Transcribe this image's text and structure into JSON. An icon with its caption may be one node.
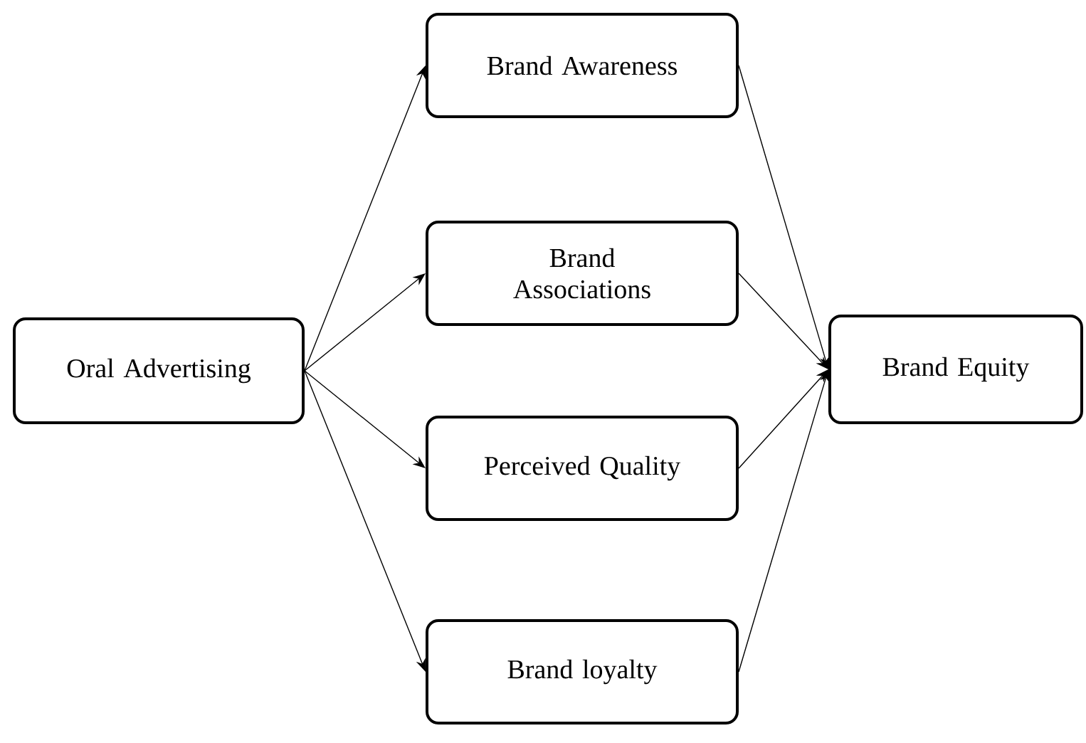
{
  "diagram": {
    "nodes": [
      {
        "text": [
          "Oral Advertising"
        ]
      },
      {
        "text": [
          "Brand Awareness"
        ]
      },
      {
        "text": [
          "Brand Associations"
        ]
      },
      {
        "text": [
          "Perceived Quality"
        ]
      },
      {
        "text": [
          "Brand loyalty"
        ]
      },
      {
        "text": [
          "Brand Equity"
        ]
      }
    ],
    "edges": [
      {
        "from": 0,
        "to": 1,
        "arrow": "to"
      },
      {
        "from": 0,
        "to": 2,
        "arrow": "to"
      },
      {
        "from": 0,
        "to": 3,
        "arrow": "to"
      },
      {
        "from": 0,
        "to": 4,
        "arrow": "to"
      },
      {
        "from": 1,
        "to": 5,
        "arrow": "to"
      },
      {
        "from": 2,
        "to": 5,
        "arrow": "to"
      },
      {
        "from": 3,
        "to": 5,
        "arrow": "to"
      },
      {
        "from": 4,
        "to": 5,
        "arrow": "to"
      }
    ]
  }
}
